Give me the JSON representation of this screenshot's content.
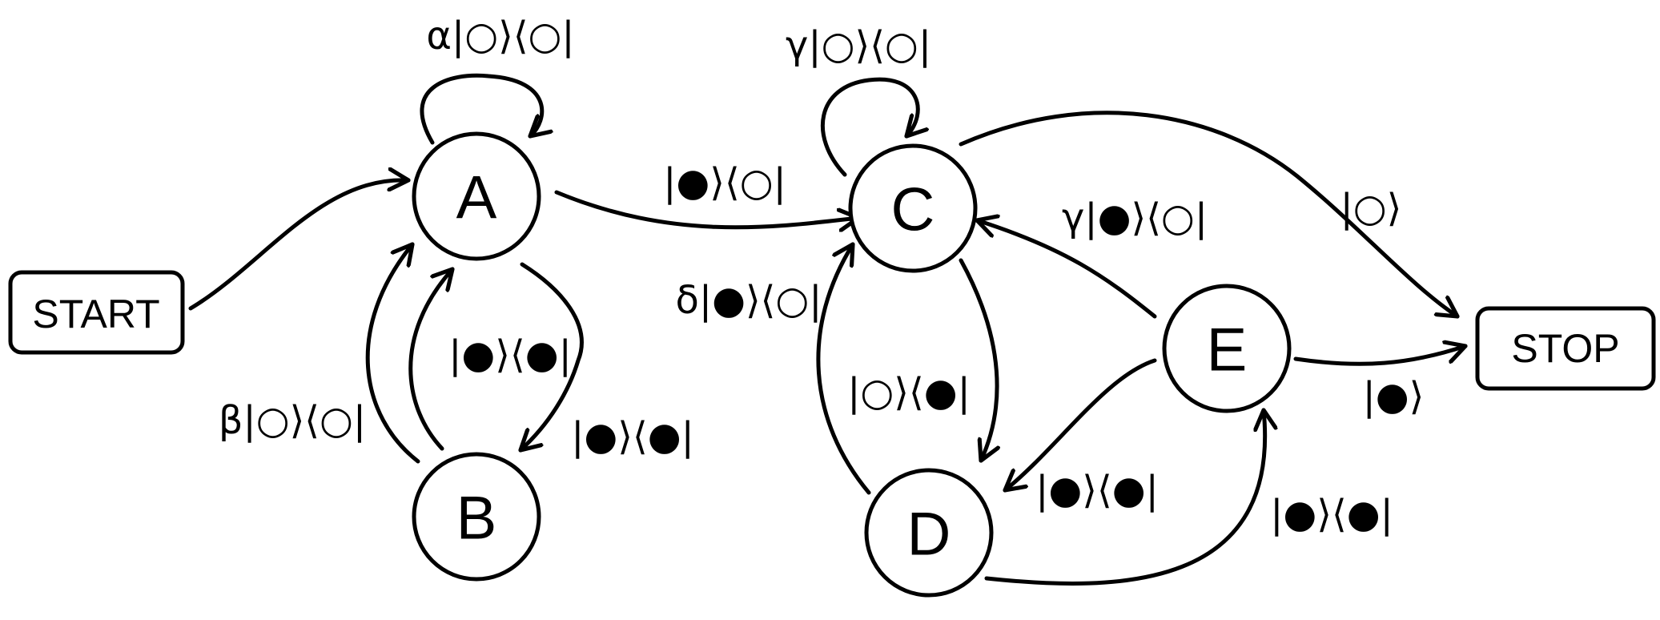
{
  "diagram": {
    "stroke_color": "#000000",
    "background": "#ffffff",
    "terminals": {
      "start": "START",
      "stop": "STOP"
    },
    "states": {
      "a": "A",
      "b": "B",
      "c": "C",
      "d": "D",
      "e": "E"
    },
    "transitions": {
      "a_self": "α|○⟩⟨○|",
      "a_to_c": "|●⟩⟨○|",
      "a_to_b": "|●⟩⟨●|",
      "b_to_a_inner": "|●⟩⟨●|",
      "b_to_a_outer": "β|○⟩⟨○|",
      "c_self": "γ|○⟩⟨○|",
      "e_to_c": "γ|●⟩⟨○|",
      "d_to_c": "δ|●⟩⟨○|",
      "c_to_d": "|○⟩⟨●|",
      "c_to_stop": "|○⟩",
      "e_to_stop": "|●⟩",
      "e_to_d": "|●⟩⟨●|",
      "d_to_e": "|●⟩⟨●|"
    }
  }
}
